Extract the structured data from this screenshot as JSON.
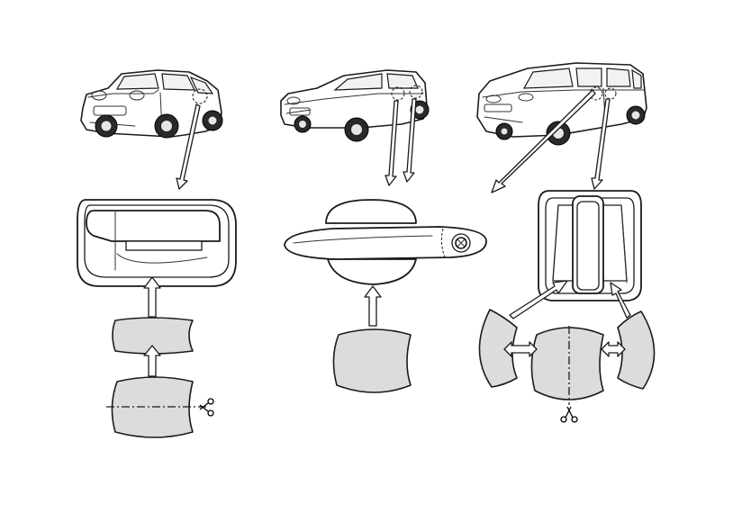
{
  "diagram": {
    "panels": [
      {
        "vehicle": "suv-crossover",
        "handle": "rectangular-flush-handle",
        "films": 2,
        "cut": "horizontal"
      },
      {
        "vehicle": "hatchback",
        "handle": "pull-bar-handle",
        "films": 1,
        "cut": "none"
      },
      {
        "vehicle": "minivan",
        "handle": "vertical-pull-handle",
        "films": 3,
        "cut": "vertical"
      }
    ],
    "colors": {
      "line": "#1a1a1a",
      "film_fill": "#dcdcdc",
      "background": "#ffffff"
    },
    "icons": [
      "scissors-icon",
      "arrow-icon"
    ]
  }
}
